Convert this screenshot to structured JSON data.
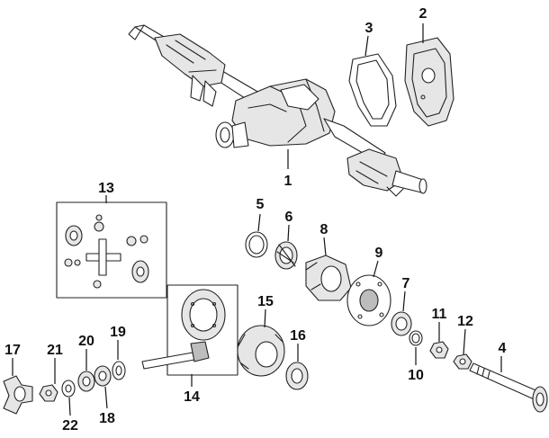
{
  "diagram": {
    "callouts": [
      {
        "id": "c1",
        "text": "1"
      },
      {
        "id": "c2",
        "text": "2"
      },
      {
        "id": "c3",
        "text": "3"
      },
      {
        "id": "c4",
        "text": "4"
      },
      {
        "id": "c5",
        "text": "5"
      },
      {
        "id": "c6",
        "text": "6"
      },
      {
        "id": "c7",
        "text": "7"
      },
      {
        "id": "c8",
        "text": "8"
      },
      {
        "id": "c9",
        "text": "9"
      },
      {
        "id": "c10",
        "text": "10"
      },
      {
        "id": "c11",
        "text": "11"
      },
      {
        "id": "c12",
        "text": "12"
      },
      {
        "id": "c13",
        "text": "13"
      },
      {
        "id": "c14",
        "text": "14"
      },
      {
        "id": "c15",
        "text": "15"
      },
      {
        "id": "c16",
        "text": "16"
      },
      {
        "id": "c17",
        "text": "17"
      },
      {
        "id": "c18",
        "text": "18"
      },
      {
        "id": "c19",
        "text": "19"
      },
      {
        "id": "c20",
        "text": "20"
      },
      {
        "id": "c21",
        "text": "21"
      },
      {
        "id": "c22",
        "text": "22"
      }
    ]
  }
}
